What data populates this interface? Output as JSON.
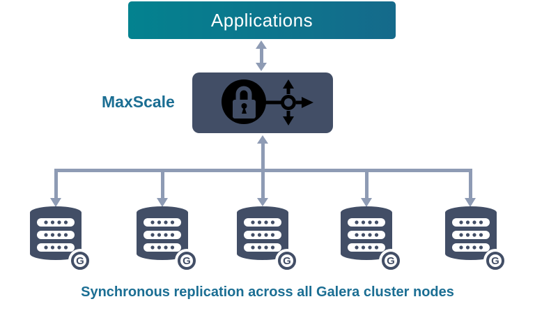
{
  "applications": {
    "label": "Applications"
  },
  "maxscale": {
    "label": "MaxScale",
    "icons": {
      "lock": "lock-icon",
      "router": "router-icon"
    }
  },
  "cluster": {
    "caption": "Synchronous replication across all Galera cluster nodes",
    "nodes": [
      {
        "badge": "G"
      },
      {
        "badge": "G"
      },
      {
        "badge": "G"
      },
      {
        "badge": "G"
      },
      {
        "badge": "G"
      }
    ]
  },
  "colors": {
    "slate": "#424E66",
    "arrow": "#8E9BB4",
    "teal_text": "#1B6E93",
    "box_gradient_left": "#03828F",
    "box_gradient_right": "#156A8B"
  }
}
